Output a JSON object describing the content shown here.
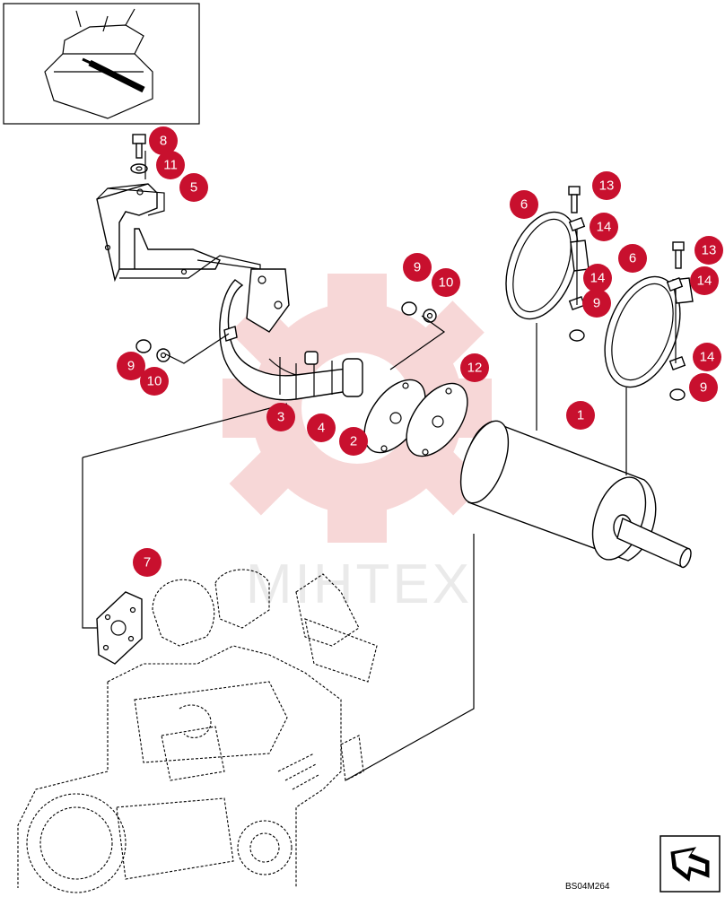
{
  "diagram": {
    "reference_code": "BS04M264",
    "watermark_text": "MIHTEX",
    "callouts": [
      {
        "id": "1",
        "label": "1"
      },
      {
        "id": "2",
        "label": "2"
      },
      {
        "id": "3",
        "label": "3"
      },
      {
        "id": "4",
        "label": "4"
      },
      {
        "id": "5",
        "label": "5"
      },
      {
        "id": "6a",
        "label": "6"
      },
      {
        "id": "6b",
        "label": "6"
      },
      {
        "id": "7",
        "label": "7"
      },
      {
        "id": "8",
        "label": "8"
      },
      {
        "id": "9a",
        "label": "9"
      },
      {
        "id": "9b",
        "label": "9"
      },
      {
        "id": "9c",
        "label": "9"
      },
      {
        "id": "9d",
        "label": "9"
      },
      {
        "id": "10a",
        "label": "10"
      },
      {
        "id": "10b",
        "label": "10"
      },
      {
        "id": "11",
        "label": "11"
      },
      {
        "id": "12",
        "label": "12"
      },
      {
        "id": "13a",
        "label": "13"
      },
      {
        "id": "13b",
        "label": "13"
      },
      {
        "id": "14a",
        "label": "14"
      },
      {
        "id": "14b",
        "label": "14"
      },
      {
        "id": "14c",
        "label": "14"
      },
      {
        "id": "14d",
        "label": "14"
      }
    ],
    "colors": {
      "callout": "#c8102e",
      "watermark": "#f2b8b8",
      "line": "#000000"
    }
  }
}
